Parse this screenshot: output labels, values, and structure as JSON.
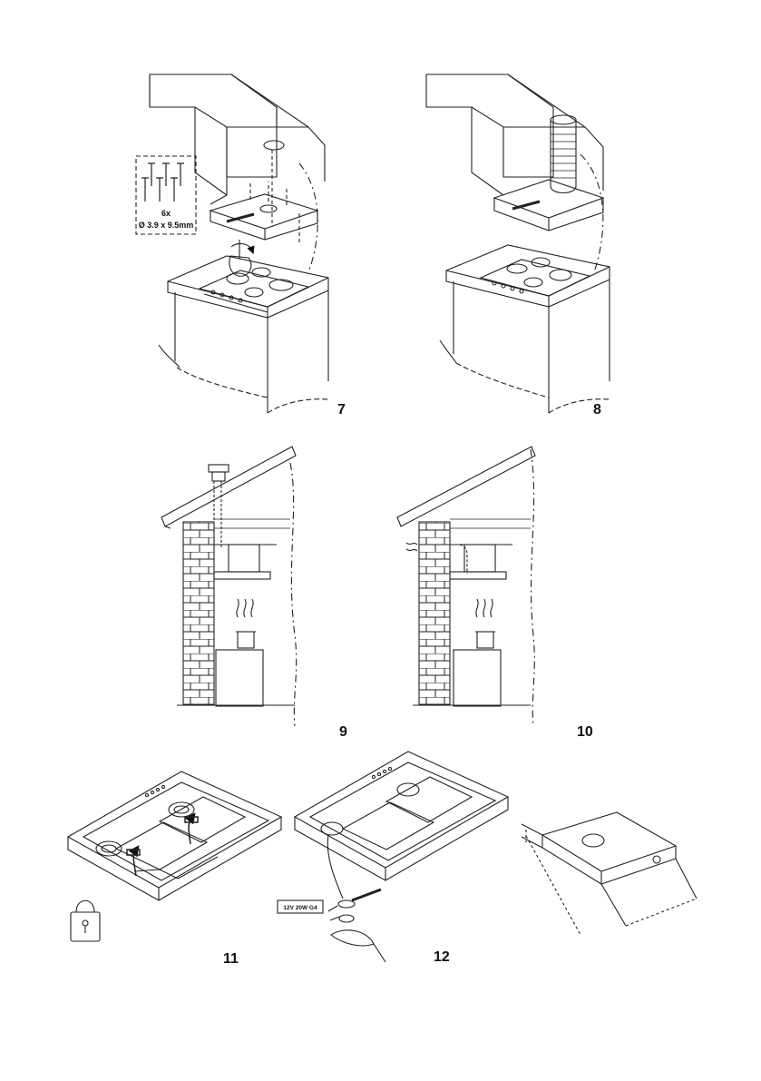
{
  "figures": {
    "fig7": {
      "number": "7",
      "screw_count": "6x",
      "screw_spec": "Ø 3.9 x 9.5mm"
    },
    "fig8": {
      "number": "8"
    },
    "fig9": {
      "number": "9"
    },
    "fig10": {
      "number": "10"
    },
    "fig11": {
      "number": "11"
    },
    "fig12": {
      "number": "12",
      "bulb_label": "12V  20W  G4"
    }
  }
}
